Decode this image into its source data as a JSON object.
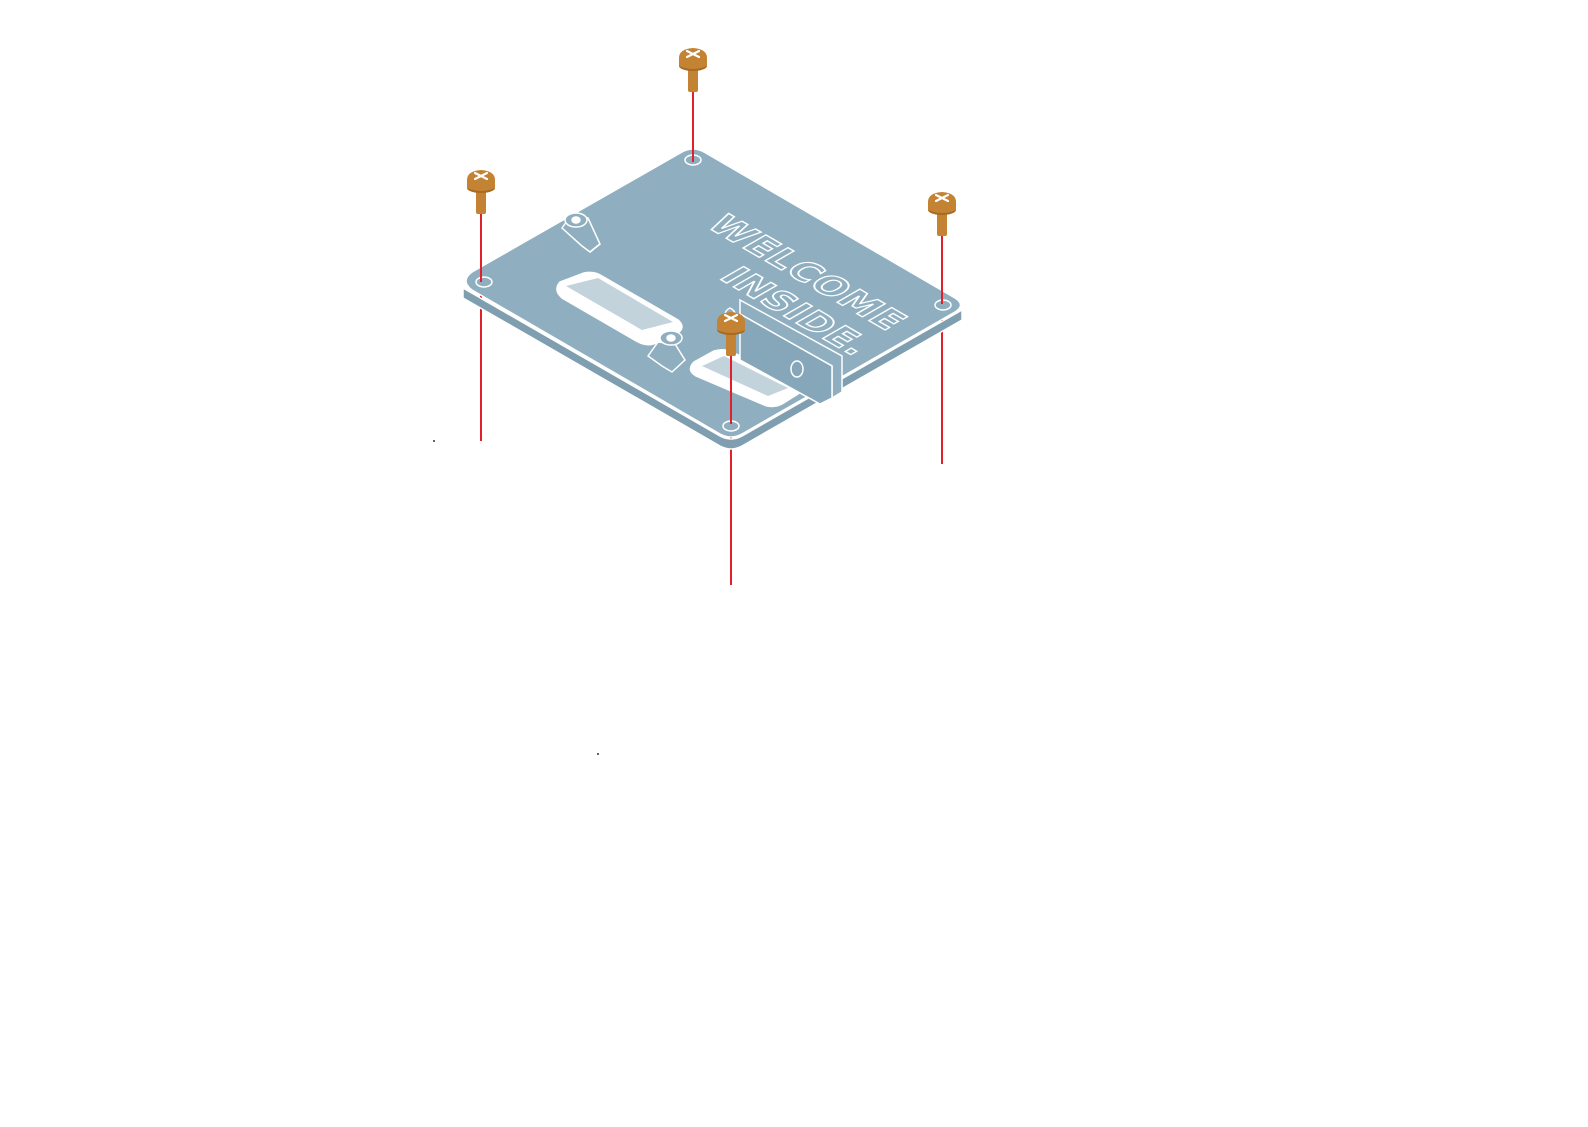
{
  "diagram": {
    "plate_text": {
      "line1": "WELCOME",
      "line2": "INSIDE."
    },
    "colors": {
      "plate_fill": "#8fafc0",
      "plate_edge": "#7f9fb1",
      "outline": "#ffffff",
      "screw": "#c48233",
      "screw_dark": "#a86a22",
      "guide_line": "#e0202a",
      "background": "#ffffff"
    },
    "parts": [
      {
        "name": "mounting-plate",
        "icon": "plate-icon"
      },
      {
        "name": "screw",
        "icon": "screw-icon",
        "count": 4
      }
    ]
  }
}
